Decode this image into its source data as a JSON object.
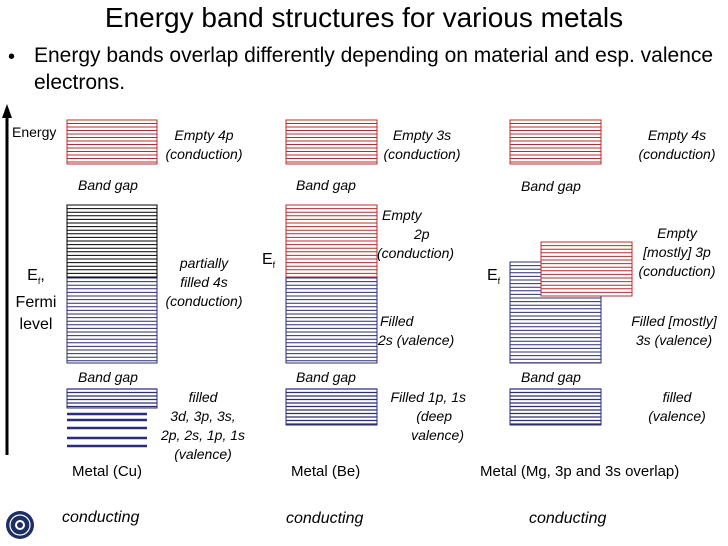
{
  "title": "Energy band structures for various metals",
  "bullet": "Energy bands overlap differently depending on material and esp. valence electrons.",
  "axis": {
    "energy_label": "Energy"
  },
  "fermi": {
    "line1": "E",
    "sub1": "f",
    "tail": ",",
    "line2": "Fermi",
    "line3": "level"
  },
  "cu": {
    "empty_label": [
      "Empty 4p",
      "(conduction)"
    ],
    "band_gap_upper": "Band gap",
    "partial_label": [
      "partially",
      "filled 4s",
      "(conduction)"
    ],
    "band_gap_lower": "Band gap",
    "filled_label": [
      "filled",
      "3d, 3p, 3s,",
      "2p, 2s, 1p, 1s",
      "(valence)"
    ],
    "caption": "Metal (Cu)",
    "status": "conducting"
  },
  "be": {
    "empty_label": [
      "Empty 3s",
      "(conduction)"
    ],
    "band_gap_upper": "Band gap",
    "ef": "E",
    "ef_sub": "f",
    "empty2p_label": [
      "Empty",
      "2p",
      "(conduction)"
    ],
    "filled2s_label": [
      "Filled",
      "2s (valence)"
    ],
    "band_gap_lower": "Band gap",
    "filled1_label": [
      "Filled 1p, 1s",
      "(deep",
      "valence)"
    ],
    "caption": "Metal (Be)",
    "status": "conducting"
  },
  "mg": {
    "empty_label": [
      "Empty 4s",
      "(conduction)"
    ],
    "band_gap_upper": "Band gap",
    "ef": "E",
    "ef_sub": "f",
    "empty3p_label": [
      "Empty",
      "[mostly] 3p",
      "(conduction)"
    ],
    "filled3s_label": [
      "Filled [mostly]",
      "3s (valence)"
    ],
    "band_gap_lower": "Band gap",
    "filled_label": [
      "filled",
      "(valence)"
    ],
    "caption": "Metal (Mg, 3p and 3s overlap)",
    "status": "conducting"
  },
  "colors": {
    "red": "#c0282d",
    "blue": "#2b2d7a",
    "black": "#000000"
  }
}
